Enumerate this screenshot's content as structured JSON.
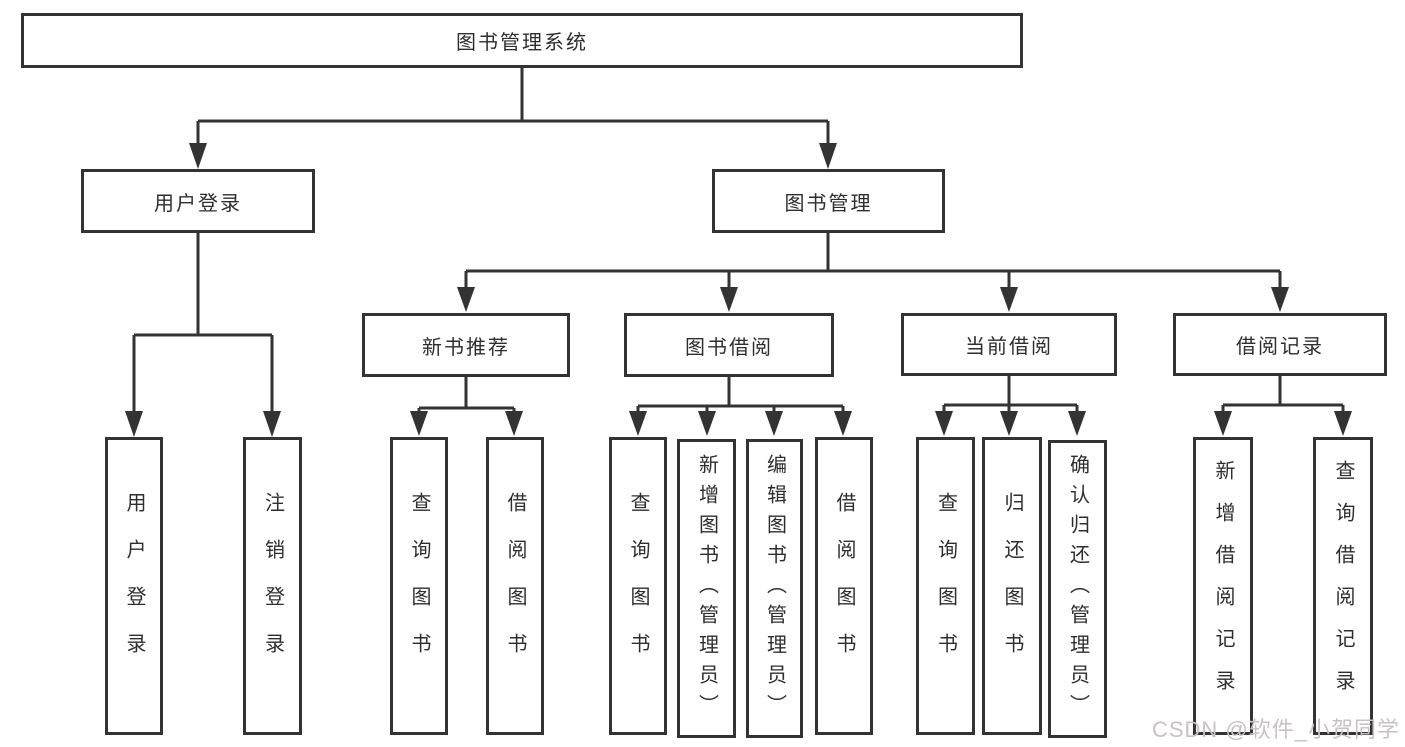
{
  "tree": {
    "root": "图书管理系统",
    "level2": [
      "用户登录",
      "图书管理"
    ],
    "level3": [
      "新书推荐",
      "图书借阅",
      "当前借阅",
      "借阅记录"
    ],
    "leaves_login": [
      "用户登录",
      "注销登录"
    ],
    "leaves_recommend": [
      "查询图书",
      "借阅图书"
    ],
    "leaves_borrow": [
      "查询图书",
      "新增图书（管理员）",
      "编辑图书（管理员）",
      "借阅图书"
    ],
    "leaves_current": [
      "查询图书",
      "归还图书",
      "确认归还（管理员）"
    ],
    "leaves_records": [
      "新增借阅记录",
      "查询借阅记录"
    ]
  },
  "watermark": "CSDN @软件_小贺同学",
  "colors": {
    "line": "#333333",
    "text": "#2e2e2e",
    "background": "#ffffff",
    "watermark": "#c9c2c4"
  }
}
